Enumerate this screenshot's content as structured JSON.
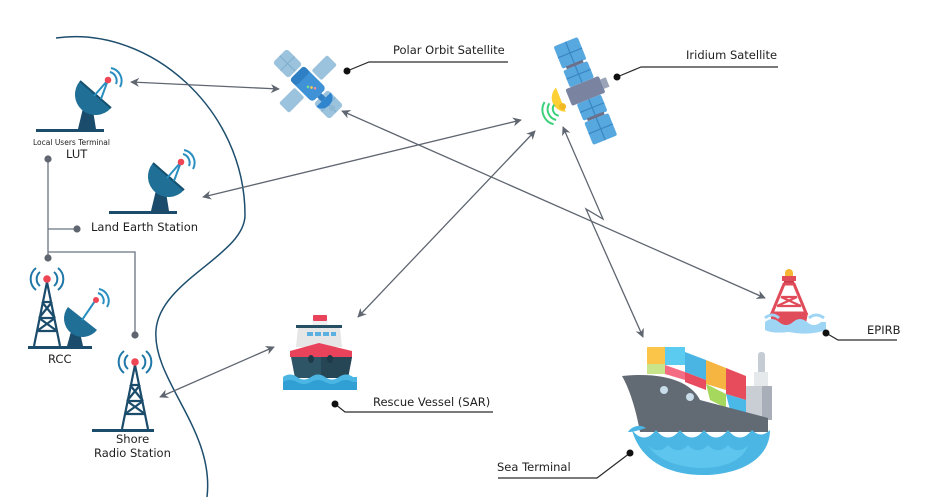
{
  "diagram": {
    "title": "GMDSS Communication Diagram",
    "colors": {
      "arrow": "#5f6670",
      "coast_line": "#1d4e6e",
      "ground_dark": "#1b4c6b",
      "dish_blue": "#1f6f96",
      "signal_blue": "#2a8fc0",
      "signal_red": "#ef4656",
      "sat_blue": "#3f92d6",
      "panel_light": "#9cc3de",
      "panel_blue": "#58a8e0",
      "dish_yellow": "#fdd135",
      "signal_green": "#3dd07a",
      "vessel_red": "#e8435a",
      "hull_dark": "#264f63",
      "water_blue": "#4bb6e3",
      "cargo_hull": "#626a74",
      "buoy_red": "#e04c5a"
    },
    "nodes": {
      "lut": {
        "caption": "Local Users Terminal",
        "label": "LUT"
      },
      "land_earth_station": {
        "label": "Land Earth Station"
      },
      "rcc": {
        "label": "RCC"
      },
      "shore_radio_station": {
        "label_line1": "Shore",
        "label_line2": "Radio Station"
      },
      "polar_orbit_satellite": {
        "label": "Polar Orbit Satellite"
      },
      "iridium_satellite": {
        "label": "Iridium Satellite"
      },
      "rescue_vessel": {
        "label": "Rescue Vessel (SAR)"
      },
      "sea_terminal": {
        "label": "Sea Terminal"
      },
      "epirb": {
        "label": "EPIRB"
      }
    },
    "links": [
      {
        "from": "lut",
        "to": "polar_orbit_satellite",
        "type": "bidirectional"
      },
      {
        "from": "land_earth_station",
        "to": "iridium_satellite",
        "type": "bidirectional"
      },
      {
        "from": "polar_orbit_satellite",
        "to": "epirb",
        "type": "bidirectional"
      },
      {
        "from": "rescue_vessel",
        "to": "iridium_satellite",
        "type": "bidirectional"
      },
      {
        "from": "iridium_satellite",
        "to": "sea_terminal",
        "type": "bidirectional-zigzag"
      },
      {
        "from": "shore_radio_station",
        "to": "rescue_vessel",
        "type": "bidirectional"
      }
    ]
  }
}
